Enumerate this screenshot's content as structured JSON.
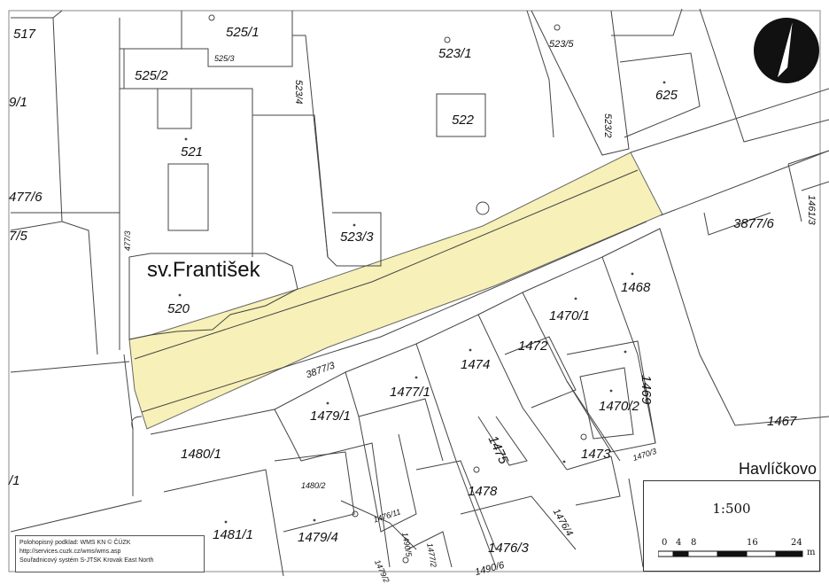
{
  "map": {
    "church_name": "sv.František",
    "street_name": "Havlíčkovo",
    "parcels": [
      "517",
      "525/1",
      "525/2",
      "525/3",
      "523/1",
      "523/5",
      "625",
      "9/1",
      "523/4",
      "522",
      "521",
      "523/2",
      "477/6",
      "523/3",
      "3877/6",
      "1461/3",
      "7/5",
      "477/3",
      "1468",
      "520",
      "1470/1",
      "1472",
      "3877/3",
      "1474",
      "1477/1",
      "1469",
      "1479/1",
      "1470/2",
      "1467",
      "1475",
      "1473",
      "1470/3",
      "1480/1",
      "1480/2",
      "/1",
      "1478",
      "1476/4",
      "1476/11",
      "1481/1",
      "1479/4",
      "1490/5",
      "1477/2",
      "1476/3",
      "1490/6",
      "1479/2"
    ],
    "highlight_color": "#f7f0b8"
  },
  "scale": {
    "ratio": "1:500",
    "ticks": [
      "0",
      "4",
      "8",
      "16",
      "24"
    ],
    "unit": "m"
  },
  "source": {
    "line1": "Polohopisný podklad: WMS KN © ČÚZK",
    "line2": "http://services.cuzk.cz/wms/wms.asp",
    "line3": "Souřadnicový systém S-JTSK Krovak East North"
  },
  "north_arrow_icon": "north-arrow-icon"
}
